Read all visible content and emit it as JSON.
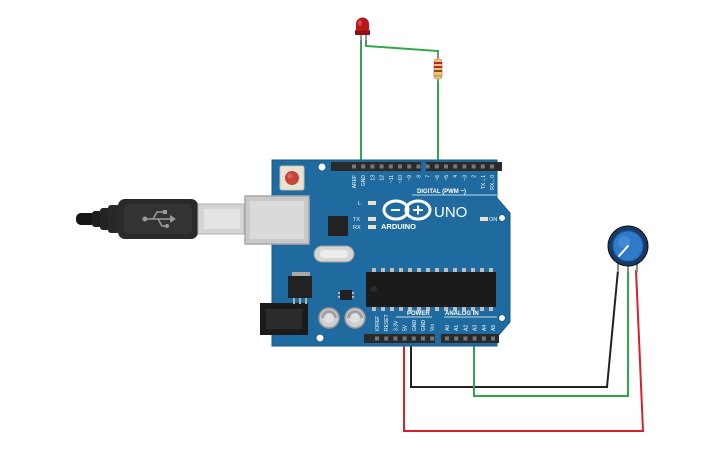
{
  "board": {
    "brand": "ARDUINO",
    "model": "UNO",
    "digital_header_label": "DIGITAL (PWM ~)",
    "power_label": "POWER",
    "analog_label": "ANALOG IN",
    "on_label": "ON",
    "led_l_label": "L",
    "led_tx_label": "TX",
    "led_rx_label": "RX",
    "digital_pins": [
      "AREF",
      "GND",
      "13",
      "12",
      "~11",
      "~10",
      "~9",
      "8",
      "7",
      "~6",
      "~5",
      "4",
      "~3",
      "2",
      "TX→1",
      "RX←0"
    ],
    "power_pins": [
      "IOREF",
      "RESET",
      "3.3V",
      "5V",
      "GND",
      "GND",
      "Vin"
    ],
    "analog_pins": [
      "A0",
      "A1",
      "A2",
      "A3",
      "A4",
      "A5"
    ]
  },
  "colors": {
    "board": "#1f6a9e",
    "board_edge": "#17598a",
    "header": "#2a2a2a",
    "wire_green": "#2fa84a",
    "wire_red": "#d8202a",
    "wire_black": "#222222",
    "led": "#b81818",
    "pot_knob": "#2f7bc9",
    "usb_metal": "#d4d4d4"
  },
  "components": {
    "led": "red-led",
    "resistor": "resistor",
    "potentiometer": "potentiometer",
    "usb": "usb-b-cable"
  }
}
